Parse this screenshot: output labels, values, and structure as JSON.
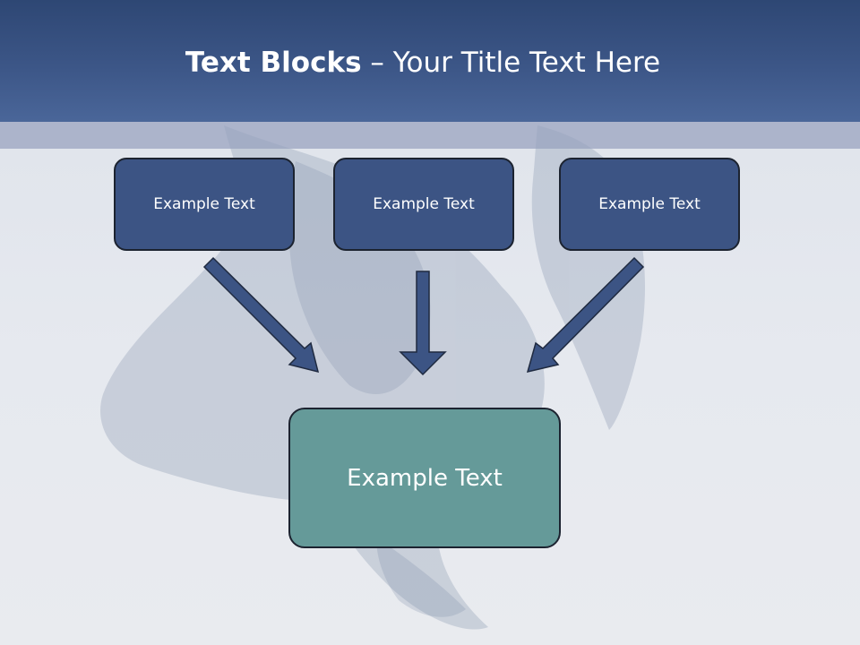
{
  "slide": {
    "title_bold": "Text Blocks",
    "title_dash": " – ",
    "title_rest": "Your Title Text Here"
  },
  "boxes": [
    {
      "label": "Example Text"
    },
    {
      "label": "Example Text"
    },
    {
      "label": "Example Text"
    }
  ],
  "result_box": {
    "label": "Example Text"
  },
  "colors": {
    "header": "#3c5687",
    "box_fill": "#3c5484",
    "result_fill": "#659a99",
    "arrow_fill": "#3c5484"
  }
}
